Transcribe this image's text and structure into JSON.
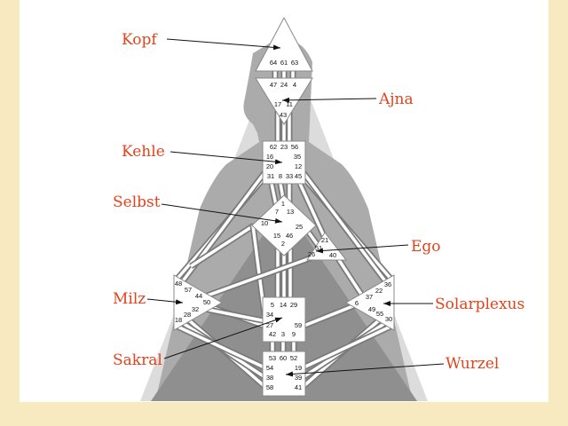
{
  "labels": {
    "head": "Kopf",
    "ajna": "Ajna",
    "throat": "Kehle",
    "self": "Selbst",
    "ego": "Ego",
    "spleen": "Milz",
    "solar_plexus": "Solarplexus",
    "sacral": "Sakral",
    "root": "Wurzel"
  },
  "centers": {
    "head": [
      "64",
      "61",
      "63"
    ],
    "ajna": [
      "47",
      "24",
      "4",
      "17",
      "11",
      "43"
    ],
    "throat": [
      "62",
      "23",
      "56",
      "16",
      "35",
      "20",
      "12",
      "31",
      "8",
      "33",
      "45"
    ],
    "self": [
      "1",
      "7",
      "13",
      "10",
      "25",
      "15",
      "46",
      "2"
    ],
    "ego": [
      "21",
      "51",
      "26",
      "40"
    ],
    "spleen": [
      "48",
      "57",
      "44",
      "50",
      "32",
      "28",
      "18"
    ],
    "solar_plexus": [
      "36",
      "22",
      "37",
      "6",
      "49",
      "55",
      "30"
    ],
    "sacral": [
      "5",
      "14",
      "29",
      "34",
      "27",
      "59",
      "42",
      "3",
      "9"
    ],
    "root": [
      "53",
      "60",
      "52",
      "54",
      "19",
      "38",
      "39",
      "58",
      "41"
    ]
  },
  "colors": {
    "label": "#e2431d",
    "background": "#f7e9c0"
  }
}
